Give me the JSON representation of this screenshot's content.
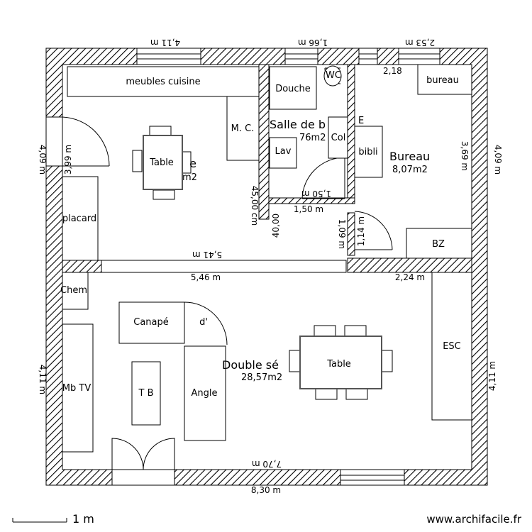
{
  "rooms": {
    "kitchen": {
      "name": "e",
      "area": "m2"
    },
    "bathroom": {
      "name": "Salle de b",
      "area": "76m2"
    },
    "office": {
      "name": "Bureau",
      "area": "8,07m2"
    },
    "living": {
      "name": "Double sé",
      "area": "28,57m2"
    }
  },
  "furniture": {
    "kitchen_units": "meubles cuisine",
    "washing_machine": "M. C.",
    "shower": "Douche",
    "wc": "WC",
    "desk": "bureau",
    "column": "Col",
    "basin": "Lav",
    "bookcase": "bibli",
    "kitchen_table": "Table",
    "cupboard": "placard",
    "bz": "BZ",
    "chimney": "Chem",
    "sofa": "Canapé",
    "sofa_extra": "d'",
    "coffee_table": "T B",
    "corner_sofa": "Angle",
    "tv_unit": "Mb TV",
    "dining_table": "Table",
    "stairs": "ESC",
    "e_mark": "E"
  },
  "dimensions": {
    "top_left": "4,11 m",
    "top_mid": "1,66 m",
    "top_right": "2,53 m",
    "office_width": "2,18",
    "left_upper": "4,09 m",
    "kitchen_inner": "3,99 m",
    "office_inner": "3,69 m",
    "right_upper": "4,09 m",
    "partition": "45,00 cm",
    "partition2": "40,00",
    "bath_inner": "1,50 m",
    "bath_outer": "1,50 m",
    "hall_h1": "1,09 m",
    "hall_h2": "1,14 m",
    "kitchen_bottom": "5,41 m",
    "living_top": "5,46 m",
    "hall_width": "2,24 m",
    "left_lower": "4,11 m",
    "right_lower": "4,11 m",
    "living_bottom": "7,70 m",
    "overall_bottom": "8,30 m"
  },
  "scale_label": "1 m",
  "watermark": "www.archifacile.fr"
}
